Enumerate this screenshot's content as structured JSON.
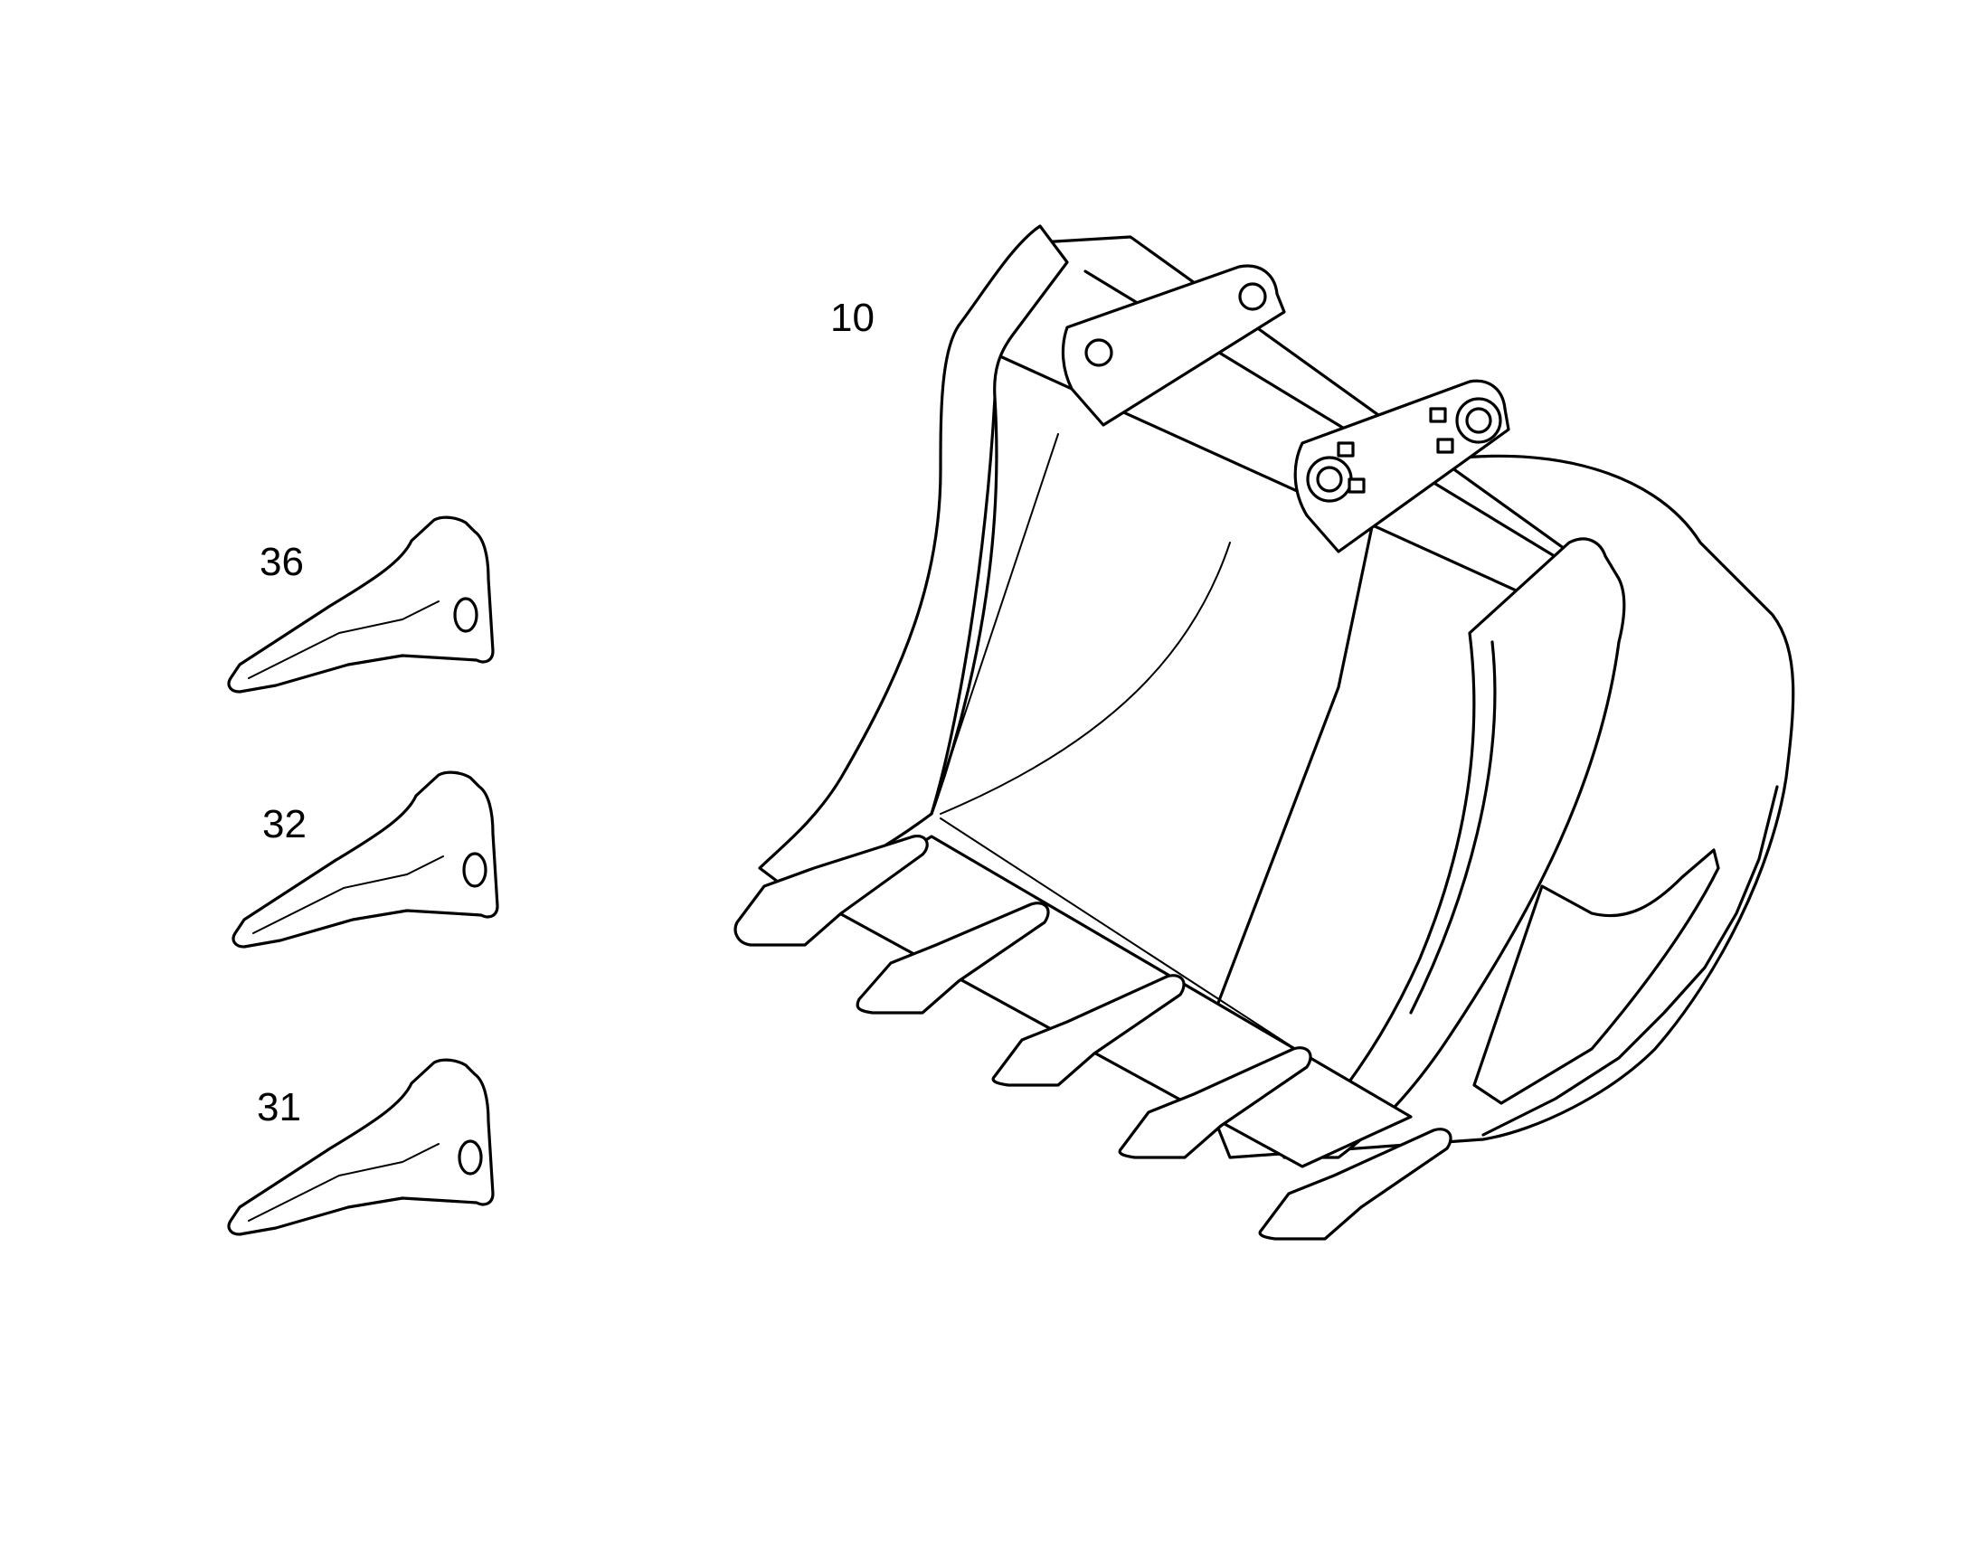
{
  "diagram": {
    "callouts": {
      "bucket": "10",
      "tooth_a": "36",
      "tooth_b": "32",
      "tooth_c": "31"
    },
    "colors": {
      "line": "#000000",
      "background": "#ffffff"
    }
  }
}
